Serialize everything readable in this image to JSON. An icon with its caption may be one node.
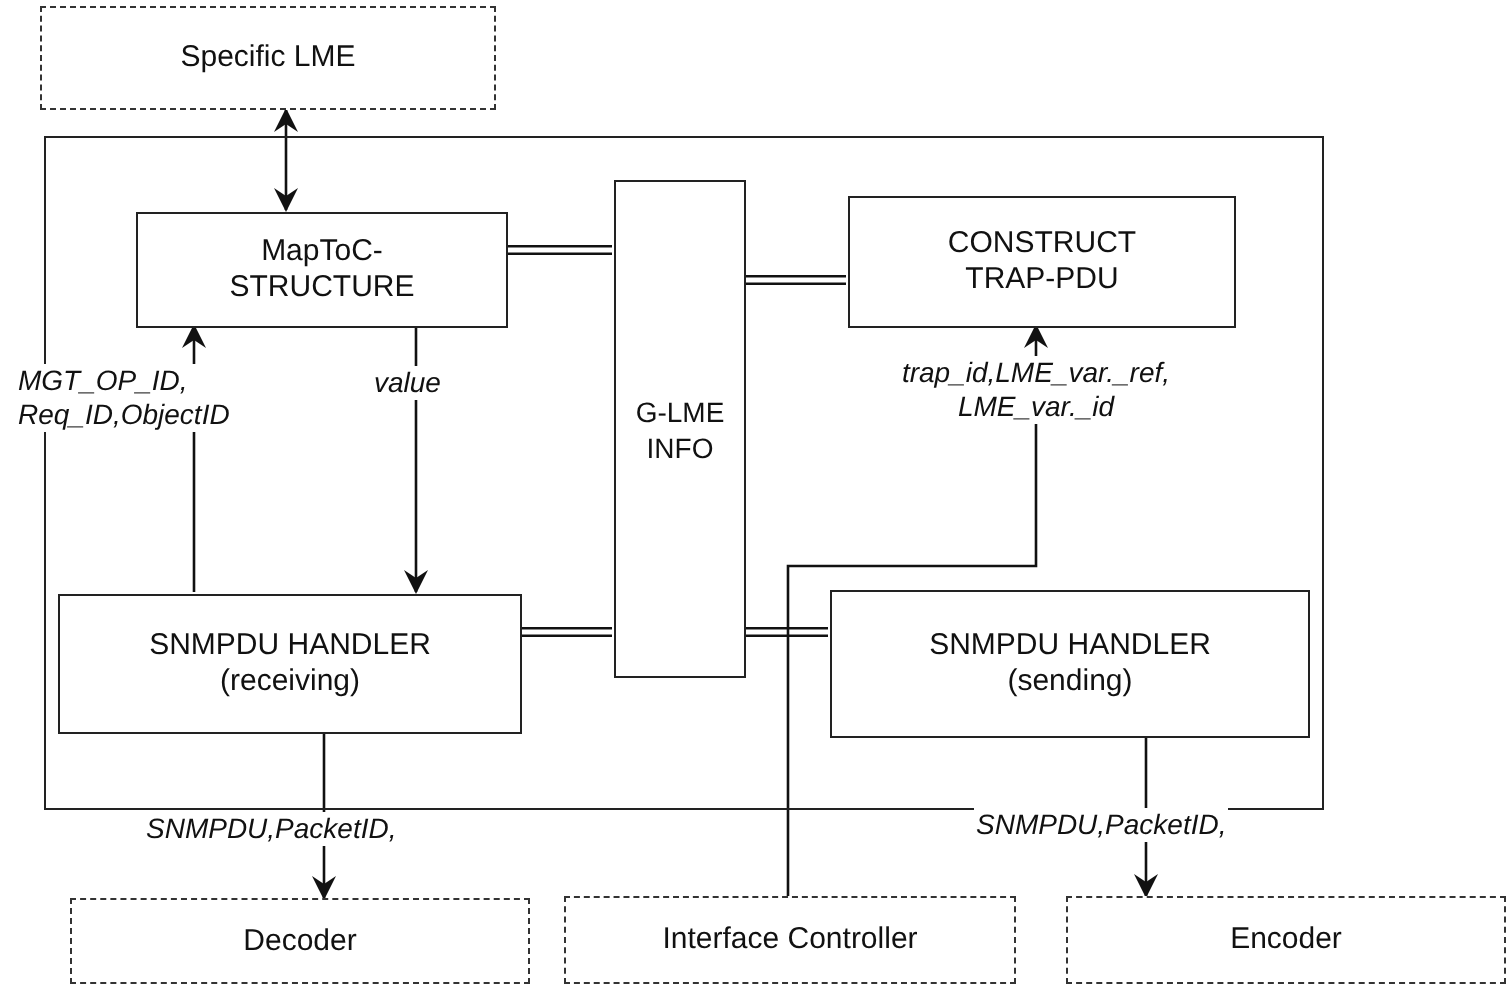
{
  "diagram": {
    "nodes": [
      {
        "text": [
          "Specific LME"
        ]
      },
      {
        "text": [],
        "shape": "box"
      },
      {
        "text": [
          "MapToC-STRUCTURE"
        ],
        "in": 1
      },
      {
        "text": [
          "G-LME INFO"
        ],
        "in": 1
      },
      {
        "text": [
          "CONSTRUCT TRAP-PDU"
        ],
        "in": 1
      },
      {
        "text": [
          "SNMPDU HANDLER",
          "(receiving)"
        ],
        "in": 1
      },
      {
        "text": [
          "SNMPDU HANDLER",
          "(sending)"
        ],
        "in": 1
      },
      {
        "text": [
          "Decoder"
        ]
      },
      {
        "text": [
          "Interface Controller"
        ]
      },
      {
        "text": [
          "Encoder"
        ]
      }
    ],
    "edges": [
      {
        "from": 0,
        "to": 2,
        "arrow": "both"
      },
      {
        "from": 5,
        "to": 2,
        "arrow": "to",
        "label": "MGT_OP_ID, Req_ID,ObjectID"
      },
      {
        "from": 2,
        "to": 5,
        "arrow": "to",
        "label": "value"
      },
      {
        "from": 2,
        "to": 3,
        "arrow": "none",
        "style": "thick"
      },
      {
        "from": 3,
        "to": 4,
        "arrow": "none",
        "style": "thick"
      },
      {
        "from": 5,
        "to": 3,
        "arrow": "none",
        "style": "thick"
      },
      {
        "from": 3,
        "to": 6,
        "arrow": "none",
        "style": "thick"
      },
      {
        "from": 8,
        "to": 4,
        "arrow": "to",
        "label": "trap_id,LME_var._ref, LME_var._id"
      },
      {
        "from": 5,
        "to": 7,
        "arrow": "to",
        "label": "SNMPDU,PacketID,"
      },
      {
        "from": 6,
        "to": 9,
        "arrow": "to",
        "label": "SNMPDU,PacketID,"
      }
    ]
  }
}
